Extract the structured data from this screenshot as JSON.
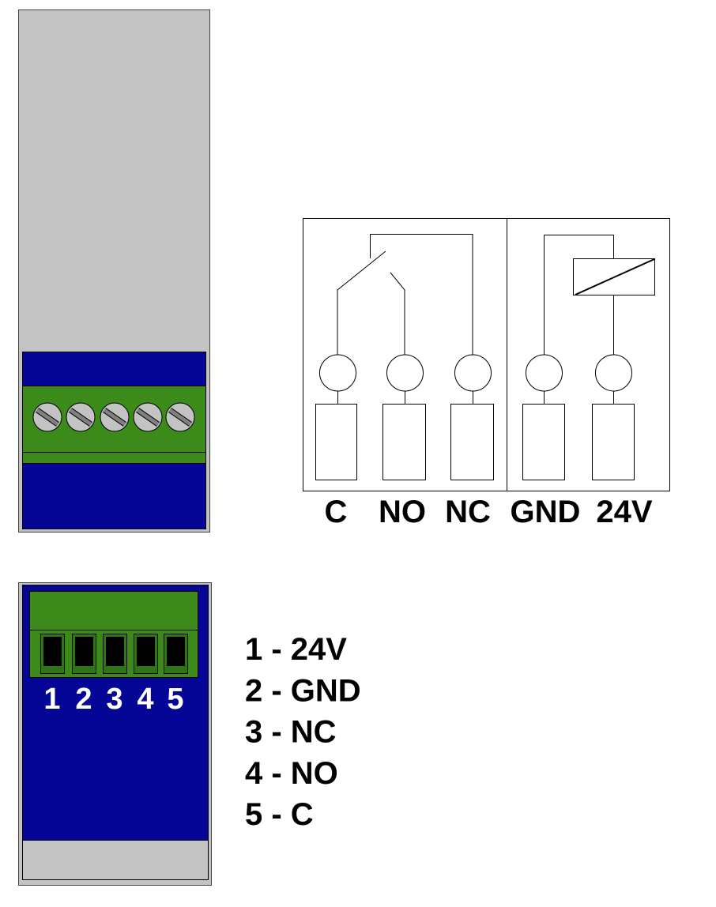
{
  "colors": {
    "housing": "#c3c3c3",
    "body": "#050596",
    "terminal": "#3c8a1a",
    "screw": "#c3c3c3",
    "slot": "#808080"
  },
  "schematic": {
    "terminals": [
      "C",
      "NO",
      "NC",
      "GND",
      "24V"
    ]
  },
  "connector": {
    "pin_numbers": [
      "1",
      "2",
      "3",
      "4",
      "5"
    ]
  },
  "legend": [
    "1 - 24V",
    "2 - GND",
    "3 - NC",
    "4 - NO",
    "5 - C"
  ]
}
